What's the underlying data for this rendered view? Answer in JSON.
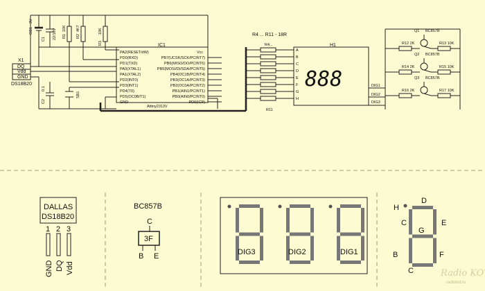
{
  "schematic": {
    "connector": {
      "ref": "X1",
      "pins": [
        "DQ",
        "Vdd",
        "GND"
      ],
      "sensor": "DS18B20"
    },
    "caps": [
      {
        "ref": "C1",
        "value": "22/16V"
      },
      {
        "ref": "C2",
        "value": "0.1"
      }
    ],
    "battery": {
      "ref": "GB1",
      "value": "3V"
    },
    "resistors_left": [
      {
        "ref": "R1",
        "value": "10K"
      },
      {
        "ref": "R2",
        "value": "4K7"
      },
      {
        "ref": "R3",
        "value": "10K"
      }
    ],
    "switch": {
      "ref": "SB1"
    },
    "mcu": {
      "ref": "IC1",
      "part": "Attiny2313V",
      "vcc": "Vcc",
      "left_pins": [
        "PA2(RESET/dW)",
        "PD0(RXD)",
        "PD1(TXD)",
        "PA0(XTAL1)",
        "PA1(XTAL2)",
        "PD2(INT0)",
        "PD3(INT1)",
        "PD4(T0)",
        "PD5(OC0B/T1)",
        "GND"
      ],
      "right_pins": [
        "PB7(UCSK/SCK/PCINT7)",
        "PB6(MISO/DO/PCINT6)",
        "PB5(MOSI/DI/SDA/PCINT5)",
        "PB4(OC1B/PCINT4)",
        "PB3(OC1A/PCINT3)",
        "PB2(OC0A/PCINT2)",
        "PB1(AIN1/PCINT1)",
        "PB0(AIN0/PCINT0)",
        "PD6(ICP)"
      ]
    },
    "resistor_array": {
      "ref_range": "R4 ... R11 - 18R",
      "first": "R4...",
      "last": "R11"
    },
    "display_ref": "H1",
    "display_pins": [
      "A",
      "B",
      "C",
      "D",
      "E",
      "F",
      "G",
      "H"
    ],
    "display_text": "888",
    "dig_labels": [
      "DIG1",
      "DIG2",
      "DIG3"
    ],
    "transistors": [
      {
        "ref": "Q1",
        "part": "BC857B",
        "rb": "R12 2K",
        "rc": "R13 10K"
      },
      {
        "ref": "Q2",
        "part": "BC857B",
        "rb": "R14 2K",
        "rc": "R15 10K"
      },
      {
        "ref": "Q3",
        "part": "BC857B",
        "rb": "R16 2K",
        "rc": "R17 10K"
      }
    ]
  },
  "pinouts": {
    "sensor": {
      "brand": "DALLAS",
      "model": "DS18B20",
      "pin_numbers": [
        "1",
        "2",
        "3"
      ],
      "pin_names": [
        "GND",
        "DQ",
        "Vdd"
      ]
    },
    "transistor": {
      "part": "BC857B",
      "marking": "3F",
      "c": "C",
      "b": "B",
      "e": "E"
    },
    "display": {
      "digits": [
        "DIG3",
        "DIG2",
        "DIG1"
      ]
    },
    "segments": {
      "labels": {
        "a": "D",
        "b": "E",
        "c": "F",
        "d": "B",
        "e": "C",
        "f": "H",
        "g": "G"
      }
    }
  },
  "watermark": {
    "line1": "Radio KOT",
    "line2": "radiokot.ru"
  },
  "colors": {
    "background": "#fdfbd1",
    "line": "#222222",
    "segment": "#777777"
  }
}
